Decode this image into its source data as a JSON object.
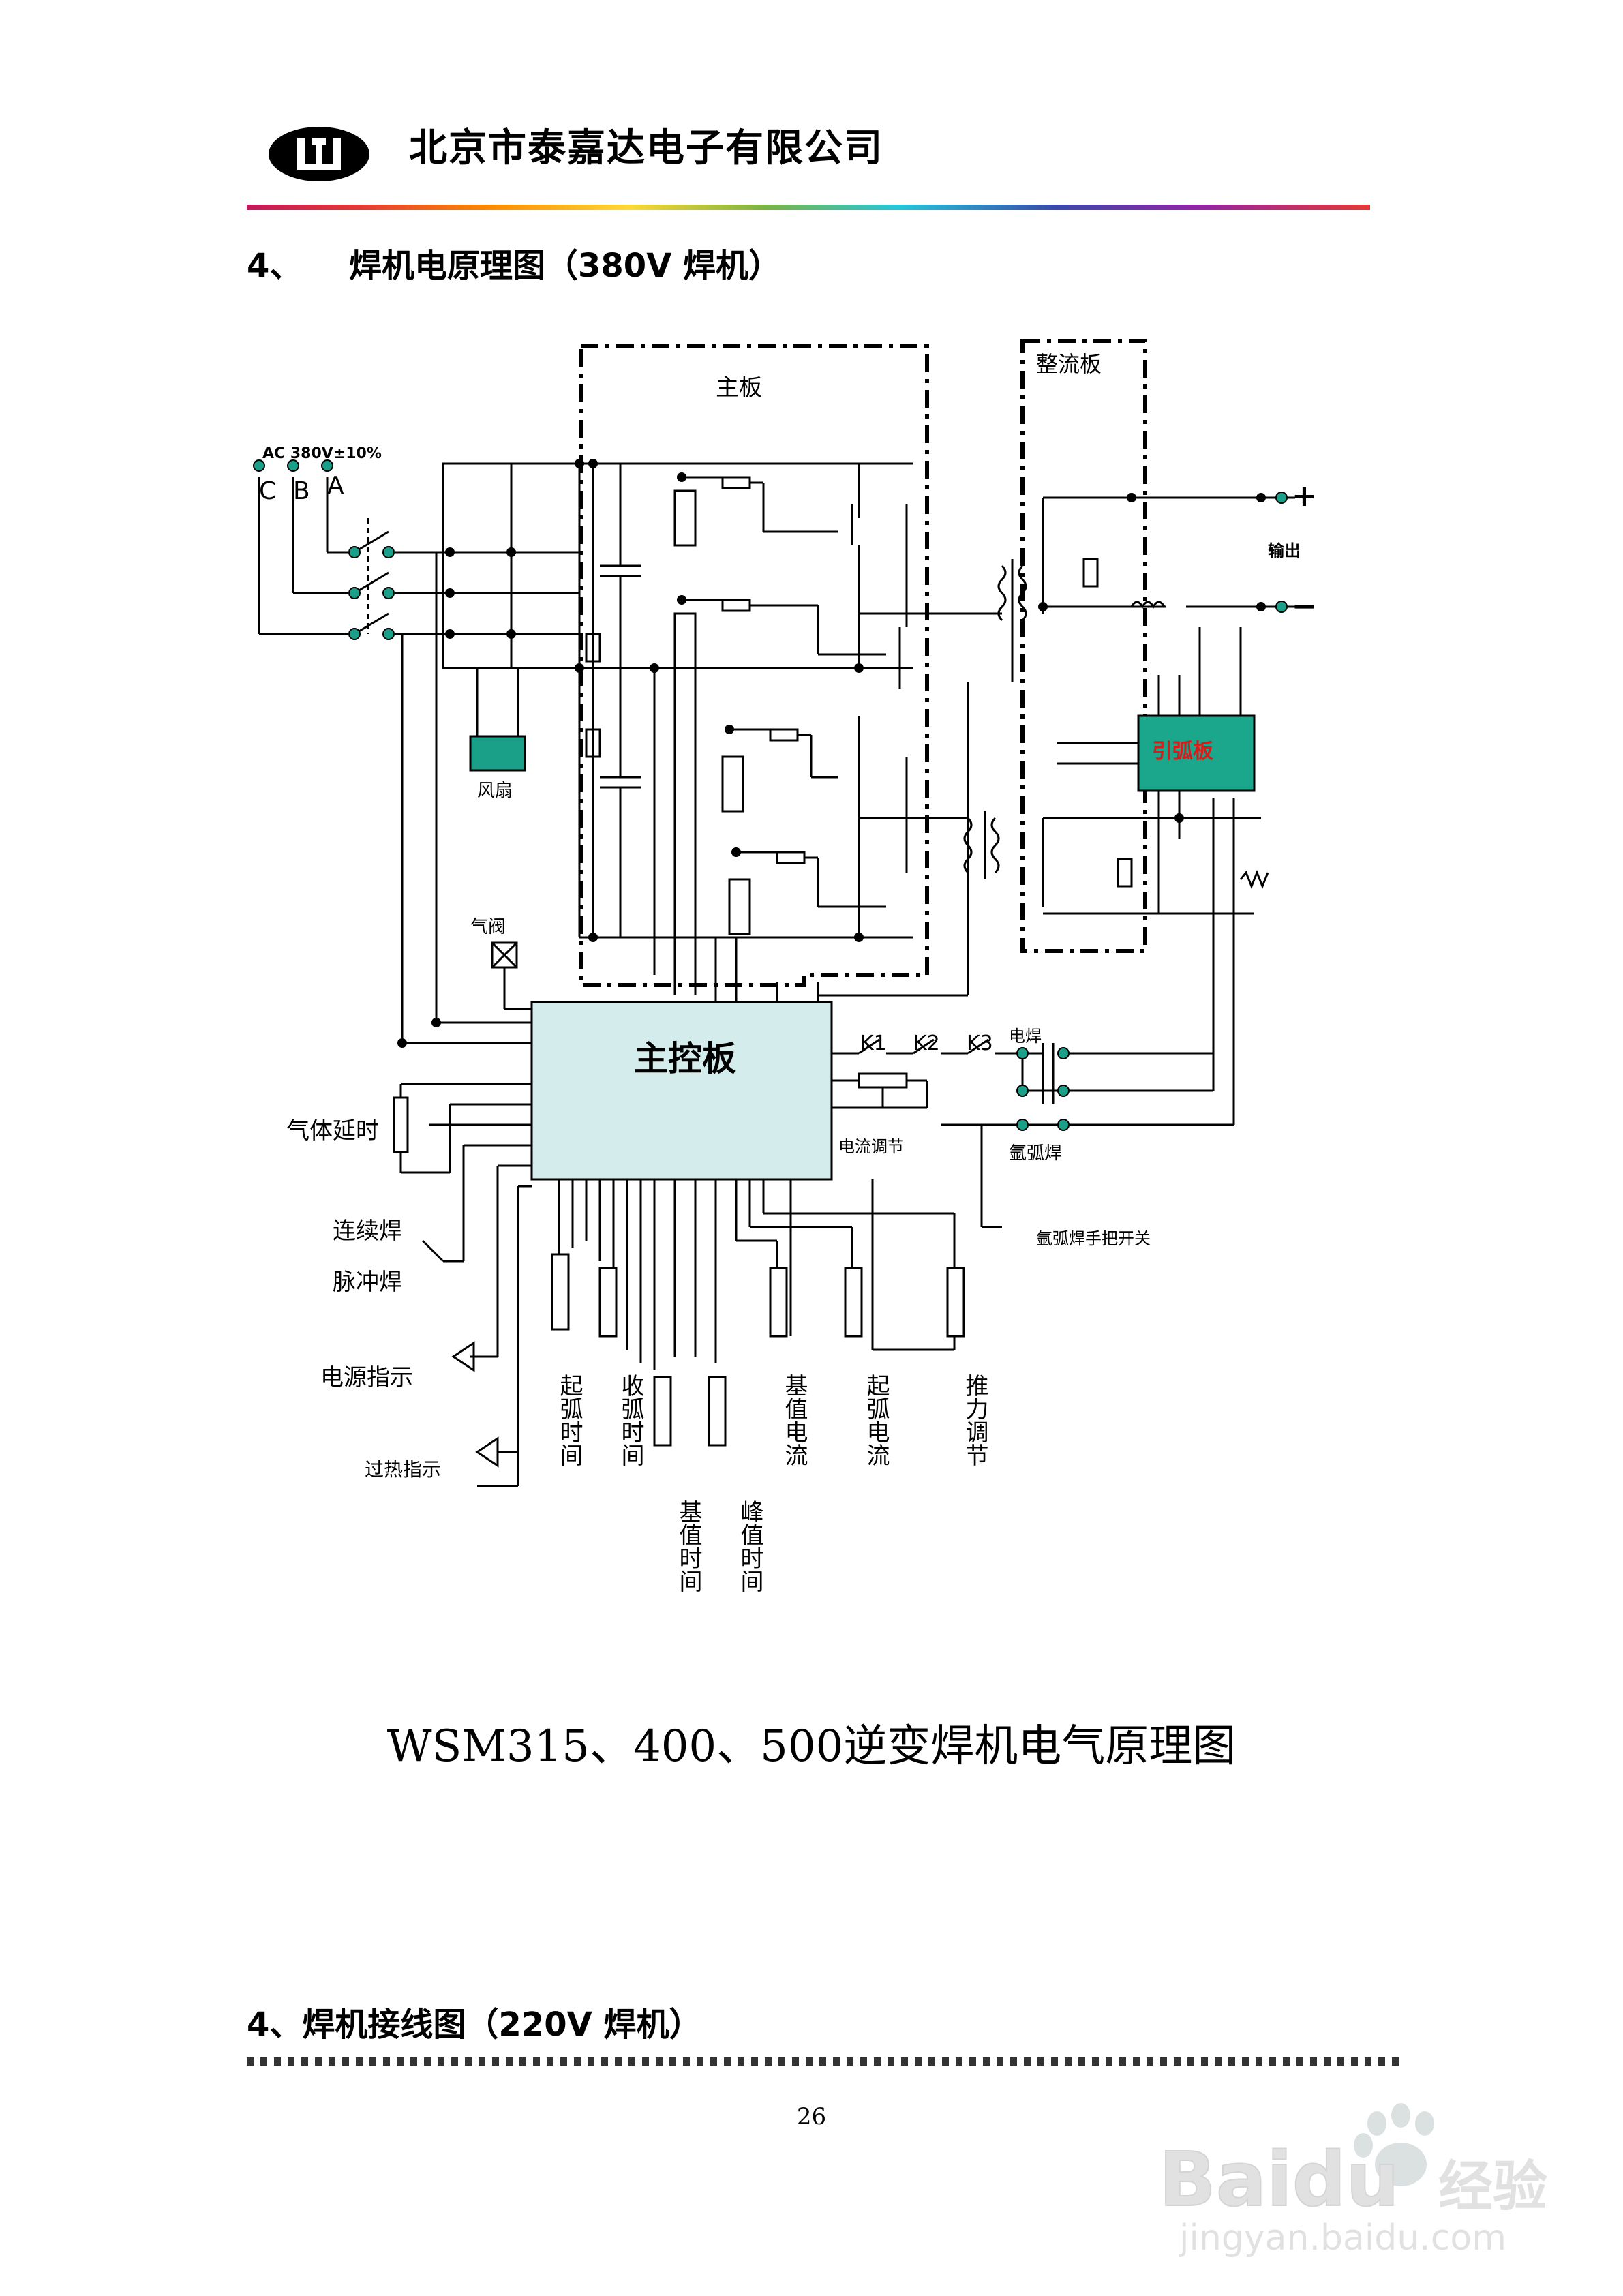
{
  "header": {
    "company": "北京市泰嘉达电子有限公司",
    "rule_colors": [
      "#c2185b",
      "#fdd835",
      "#26c6da",
      "#3949ab",
      "#e53935"
    ]
  },
  "section1": {
    "number": "4、",
    "title": "焊机电原理图（380V 焊机）"
  },
  "diagram": {
    "main_board": "主板",
    "rectifier_board": "整流板",
    "ac_label": "AC  380V±10%",
    "phase_c": "C",
    "phase_b": "B",
    "phase_a": "A",
    "output_plus": "+",
    "output_label": "输出",
    "output_minus": "−",
    "arc_board": "引弧板",
    "fan": "风扇",
    "gas_valve": "气阀",
    "controller": "主控板",
    "k1": "K1",
    "k2": "K2",
    "k3": "K3",
    "electric_weld": "电焊",
    "current_adjust": "电流调节",
    "argon_weld": "氩弧焊",
    "argon_torch_switch": "氩弧焊手把开关",
    "gas_delay": "气体延时",
    "continuous_weld": "连续焊",
    "pulse_weld": "脉冲焊",
    "power_indicator": "电源指示",
    "overheat_indicator": "过热指示",
    "pot_arc_start_time": "起弧时间",
    "pot_arc_end_time": "收弧时间",
    "pot_base_current": "基值电流",
    "pot_arc_start_current": "起弧电流",
    "pot_thrust": "推力调节",
    "pot_base_time": "基值时间",
    "pot_peak_time": "峰值时间"
  },
  "caption": "WSM315、400、500逆变焊机电气原理图",
  "section2": {
    "title": "4、焊机接线图（220V 焊机）"
  },
  "page_number": "26",
  "watermark": {
    "brand": "Baidu",
    "sub_brand": "经验",
    "url": "jingyan.baidu.com"
  }
}
